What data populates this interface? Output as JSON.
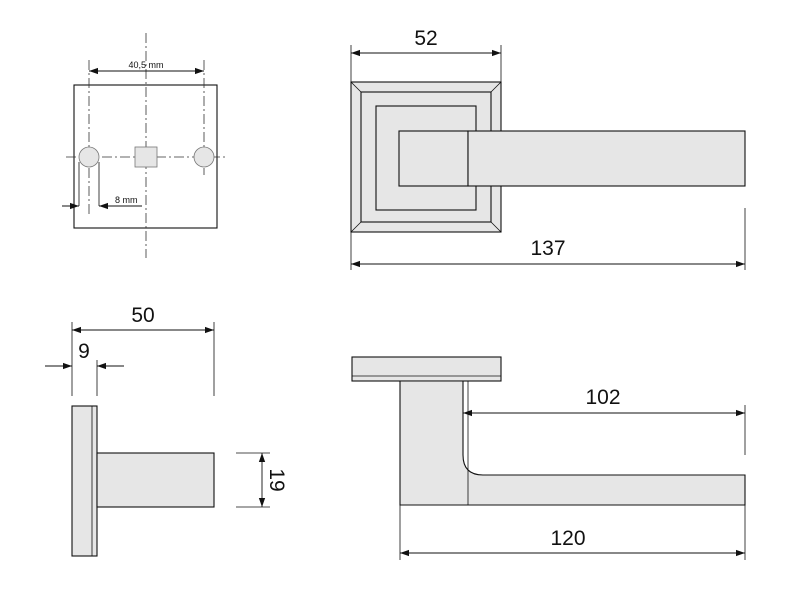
{
  "colors": {
    "part_fill": "#e6e6e6",
    "line": "#111111",
    "background": "#ffffff"
  },
  "plate_view": {
    "hole_spacing_label": "40,5 mm",
    "offset_label": "8 mm"
  },
  "top_view": {
    "rose_width_label": "52",
    "total_length_label": "137"
  },
  "side_view": {
    "depth_label": "50",
    "rose_thickness_label": "9",
    "lever_section_label": "19"
  },
  "front_view": {
    "lever_reach_label": "102",
    "lever_length_label": "120"
  }
}
